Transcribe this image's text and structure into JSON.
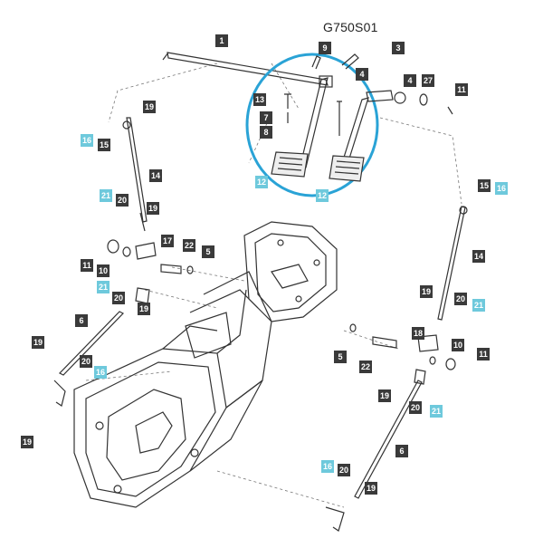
{
  "diagram_code": "G750S01",
  "colors": {
    "label_dark": "#3a3a3a",
    "label_blue": "#6ec9dc",
    "highlight_circle": "#2aa3d6",
    "line": "#333333",
    "leader": "#777777"
  },
  "part_labels": [
    {
      "text": "1",
      "style": "dark"
    },
    {
      "text": "9",
      "style": "dark"
    },
    {
      "text": "3",
      "style": "dark"
    },
    {
      "text": "4",
      "style": "dark"
    },
    {
      "text": "4",
      "style": "dark"
    },
    {
      "text": "27",
      "style": "dark"
    },
    {
      "text": "11",
      "style": "dark"
    },
    {
      "text": "13",
      "style": "dark"
    },
    {
      "text": "7",
      "style": "dark"
    },
    {
      "text": "8",
      "style": "dark"
    },
    {
      "text": "12",
      "style": "blue"
    },
    {
      "text": "12",
      "style": "blue"
    },
    {
      "text": "19",
      "style": "dark"
    },
    {
      "text": "16",
      "style": "blue"
    },
    {
      "text": "15",
      "style": "dark"
    },
    {
      "text": "14",
      "style": "dark"
    },
    {
      "text": "21",
      "style": "blue"
    },
    {
      "text": "20",
      "style": "dark"
    },
    {
      "text": "19",
      "style": "dark"
    },
    {
      "text": "17",
      "style": "dark"
    },
    {
      "text": "22",
      "style": "dark"
    },
    {
      "text": "5",
      "style": "dark"
    },
    {
      "text": "11",
      "style": "dark"
    },
    {
      "text": "10",
      "style": "dark"
    },
    {
      "text": "21",
      "style": "blue"
    },
    {
      "text": "20",
      "style": "dark"
    },
    {
      "text": "19",
      "style": "dark"
    },
    {
      "text": "6",
      "style": "dark"
    },
    {
      "text": "19",
      "style": "dark"
    },
    {
      "text": "20",
      "style": "dark"
    },
    {
      "text": "16",
      "style": "blue"
    },
    {
      "text": "19",
      "style": "dark"
    },
    {
      "text": "15",
      "style": "dark"
    },
    {
      "text": "16",
      "style": "blue"
    },
    {
      "text": "14",
      "style": "dark"
    },
    {
      "text": "19",
      "style": "dark"
    },
    {
      "text": "20",
      "style": "dark"
    },
    {
      "text": "21",
      "style": "blue"
    },
    {
      "text": "18",
      "style": "dark"
    },
    {
      "text": "10",
      "style": "dark"
    },
    {
      "text": "11",
      "style": "dark"
    },
    {
      "text": "5",
      "style": "dark"
    },
    {
      "text": "22",
      "style": "dark"
    },
    {
      "text": "19",
      "style": "dark"
    },
    {
      "text": "20",
      "style": "dark"
    },
    {
      "text": "21",
      "style": "blue"
    },
    {
      "text": "6",
      "style": "dark"
    },
    {
      "text": "16",
      "style": "blue"
    },
    {
      "text": "20",
      "style": "dark"
    },
    {
      "text": "19",
      "style": "dark"
    }
  ]
}
